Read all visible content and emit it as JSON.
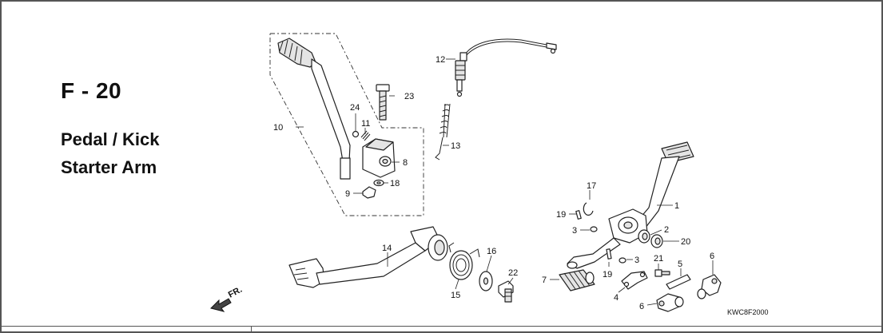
{
  "header": {
    "code": "F - 20",
    "title_line1": "Pedal / Kick",
    "title_line2": "Starter Arm"
  },
  "diagram": {
    "direction_marker": "FR.",
    "drawing_code": "KWC8F2000",
    "callouts": {
      "c1": "1",
      "c2": "2",
      "c3a": "3",
      "c3b": "3",
      "c4": "4",
      "c5": "5",
      "c6a": "6",
      "c6b": "6",
      "c7": "7",
      "c8": "8",
      "c9": "9",
      "c10": "10",
      "c11": "11",
      "c12": "12",
      "c13": "13",
      "c14": "14",
      "c15": "15",
      "c16": "16",
      "c17": "17",
      "c18": "18",
      "c19a": "19",
      "c19b": "19",
      "c20": "20",
      "c21": "21",
      "c22": "22",
      "c23": "23",
      "c24": "24"
    }
  }
}
